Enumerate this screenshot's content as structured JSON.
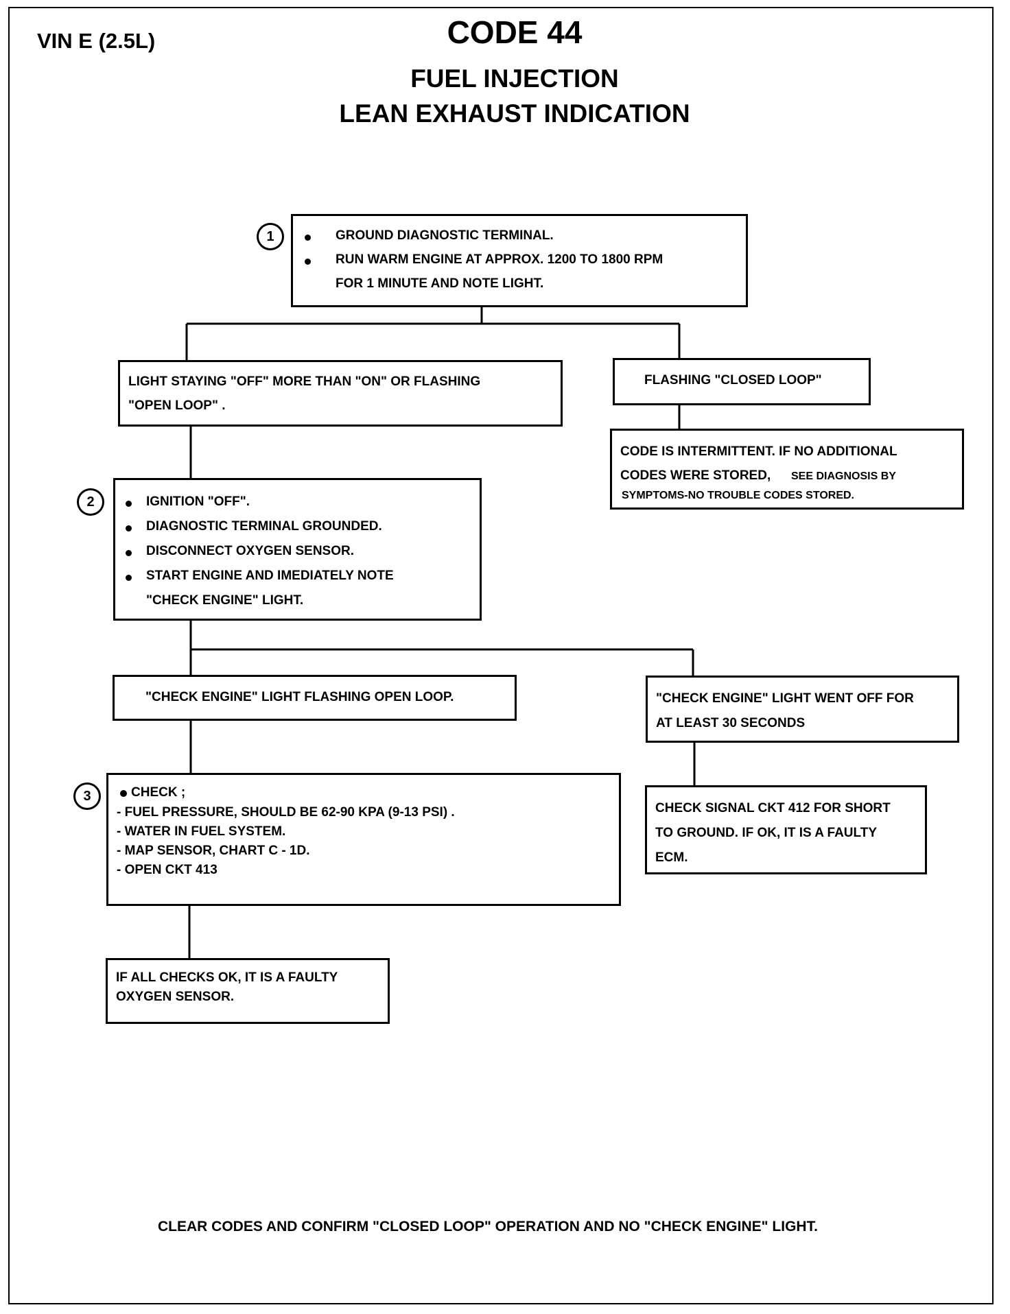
{
  "header": {
    "vin": "VIN E (2.5L)",
    "code": "CODE 44",
    "subtitle1": "FUEL INJECTION",
    "subtitle2": "LEAN EXHAUST INDICATION"
  },
  "steps": {
    "step1": {
      "number": "1",
      "lines": [
        "GROUND DIAGNOSTIC TERMINAL.",
        "RUN WARM ENGINE AT APPROX. 1200 TO 1800 RPM",
        "FOR 1 MINUTE AND NOTE LIGHT."
      ]
    },
    "off_more_than_on": {
      "lines": [
        "LIGHT STAYING \"OFF\" MORE THAN \"ON\" OR FLASHING",
        "\"OPEN LOOP\" ."
      ]
    },
    "flashing_closed_loop": {
      "lines": [
        "FLASHING \"CLOSED LOOP\""
      ]
    },
    "intermittent": {
      "lines": [
        "CODE IS INTERMITTENT. IF NO ADDITIONAL",
        "CODES WERE STORED,",
        "SEE DIAGNOSIS BY",
        "SYMPTOMS-NO TROUBLE CODES STORED."
      ]
    },
    "step2": {
      "number": "2",
      "lines": [
        "IGNITION \"OFF\".",
        "DIAGNOSTIC TERMINAL GROUNDED.",
        "DISCONNECT OXYGEN SENSOR.",
        "START ENGINE AND IMEDIATELY NOTE",
        "\"CHECK ENGINE\" LIGHT."
      ]
    },
    "flashing_open_loop": {
      "lines": [
        "\"CHECK ENGINE\" LIGHT FLASHING OPEN LOOP."
      ]
    },
    "went_off": {
      "lines": [
        "\"CHECK ENGINE\" LIGHT WENT OFF FOR",
        "AT LEAST 30 SECONDS"
      ]
    },
    "step3": {
      "number": "3",
      "lines": [
        "CHECK ;",
        "- FUEL PRESSURE, SHOULD BE 62-90 KPA (9-13 PSI) .",
        "- WATER IN FUEL SYSTEM.",
        "- MAP SENSOR, CHART C - 1D.",
        "- OPEN CKT 413"
      ]
    },
    "signal_ckt": {
      "lines": [
        "CHECK SIGNAL CKT 412 FOR SHORT",
        "TO GROUND. IF OK, IT IS A FAULTY",
        "ECM."
      ]
    },
    "faulty_o2": {
      "lines": [
        "IF ALL CHECKS OK, IT IS A FAULTY",
        "OXYGEN SENSOR."
      ]
    }
  },
  "footer": "CLEAR CODES AND CONFIRM \"CLOSED LOOP\"  OPERATION AND NO \"CHECK ENGINE\" LIGHT."
}
